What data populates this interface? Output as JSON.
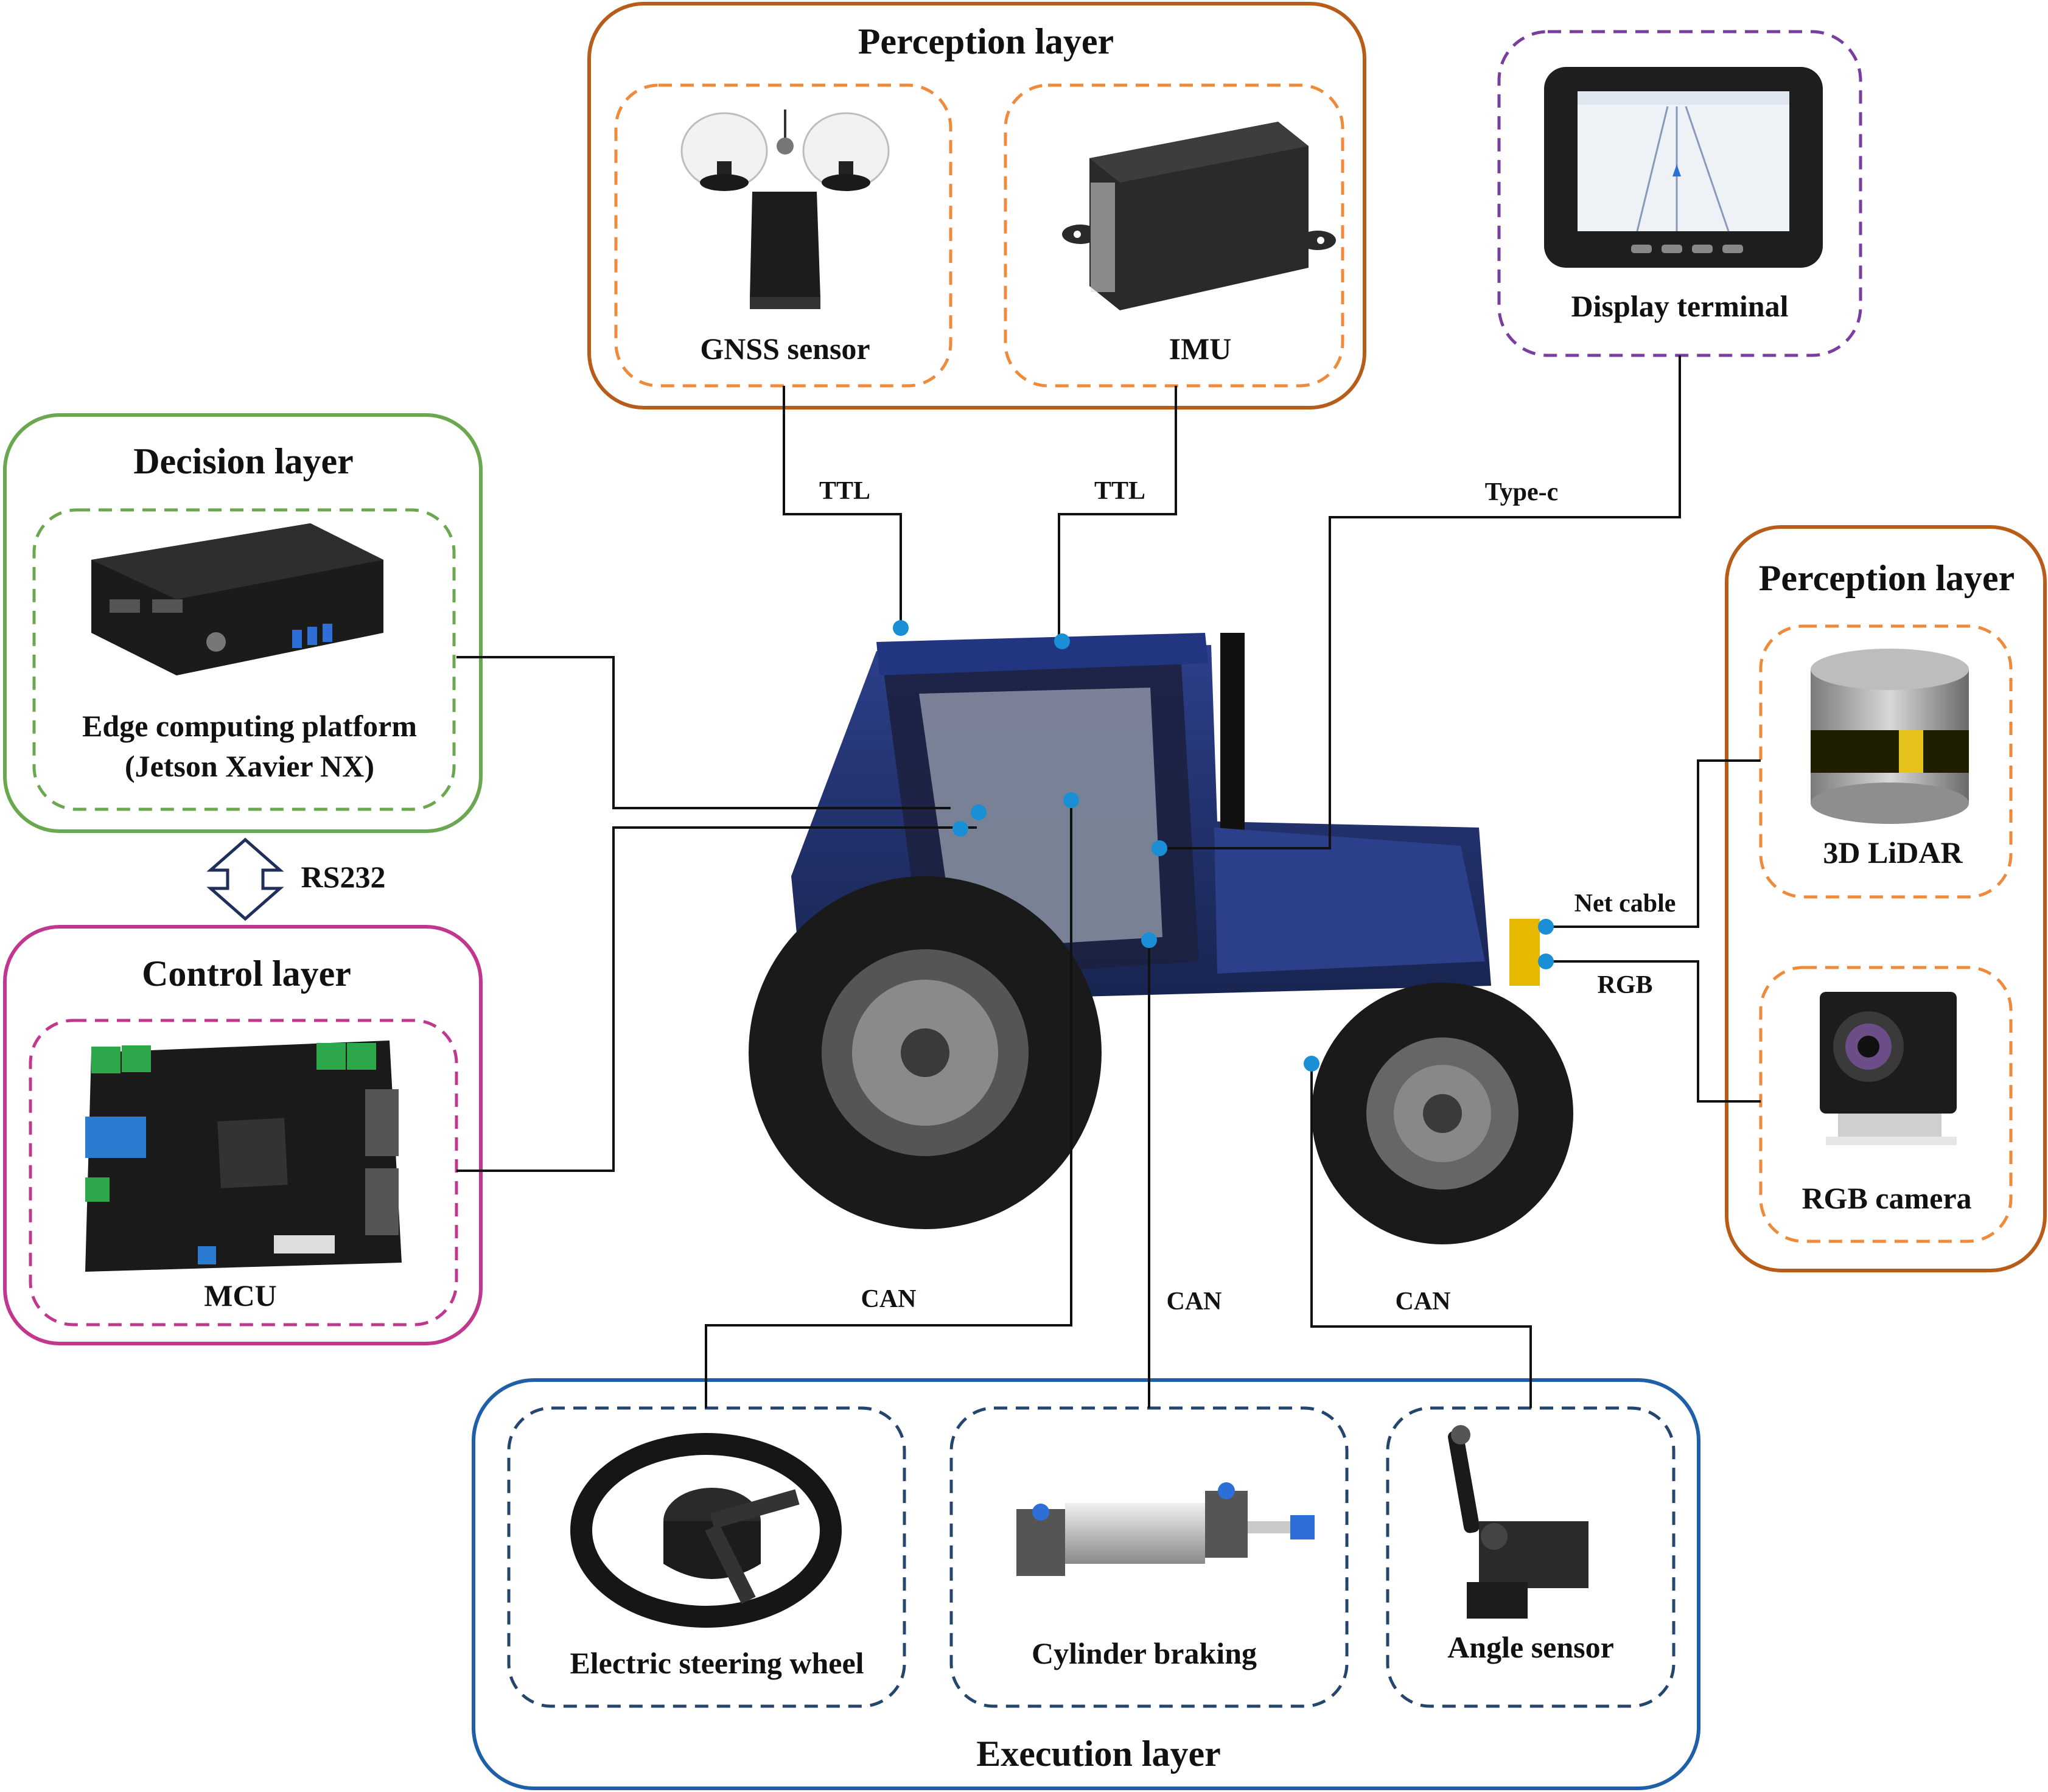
{
  "layers": {
    "perception_top": {
      "title": "Perception layer",
      "color": "#b85c1a",
      "inner_color": "#ef8a3a",
      "components": {
        "gnss": "GNSS sensor",
        "imu": "IMU"
      }
    },
    "display": {
      "label": "Display terminal",
      "color": "#7a3d9e"
    },
    "decision": {
      "title": "Decision layer",
      "color": "#6aa84f",
      "component_line1": "Edge computing platform",
      "component_line2": "(Jetson Xavier NX)"
    },
    "control": {
      "title": "Control layer",
      "color": "#c2378e",
      "component": "MCU"
    },
    "perception_right": {
      "title": "Perception layer",
      "color": "#b85c1a",
      "inner_color": "#ef8a3a",
      "components": {
        "lidar": "3D LiDAR",
        "camera": "RGB camera"
      }
    },
    "execution": {
      "title": "Execution layer",
      "color": "#1f5fa8",
      "inner_color": "#24466e",
      "components": {
        "steering": "Electric steering wheel",
        "cylinder": "Cylinder braking",
        "angle": "Angle sensor"
      }
    }
  },
  "connections": {
    "ttl_gnss": "TTL",
    "ttl_imu": "TTL",
    "type_c": "Type-c",
    "rs232": "RS232",
    "net_cable": "Net cable",
    "rgb": "RGB",
    "can_steering": "CAN",
    "can_cylinder": "CAN",
    "can_angle": "CAN"
  },
  "dot_color": "#1a8fd6",
  "icons": [
    "gnss-sensor-icon",
    "imu-icon",
    "display-terminal-icon",
    "edge-computer-icon",
    "mcu-board-icon",
    "lidar-icon",
    "rgb-camera-icon",
    "tractor-image",
    "steering-wheel-icon",
    "cylinder-icon",
    "angle-sensor-icon",
    "double-arrow-icon"
  ]
}
